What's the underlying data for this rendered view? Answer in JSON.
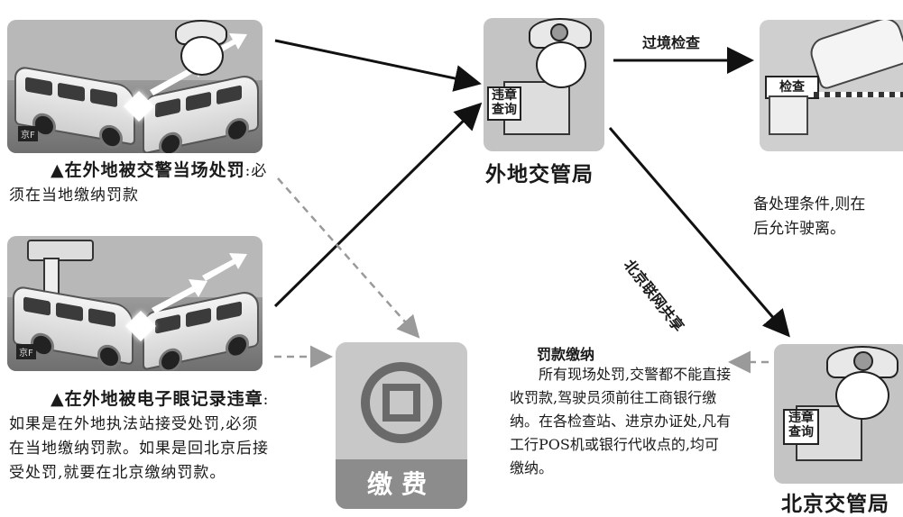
{
  "captions": {
    "onsite_bold": "▲在外地被交警当场处罚",
    "onsite_text": ":必须在当地缴纳罚款",
    "camera_bold": "▲在外地被电子眼记录违章",
    "camera_text": ":如果是在外地执法站接受处罚,必须在当地缴纳罚款。如果是回北京后接受处罚,就要在北京缴纳罚款。"
  },
  "offices": {
    "local": "外地交管局",
    "beijing": "北京交管局"
  },
  "signs": {
    "violation_query": "违章查询",
    "checkpoint": "检查",
    "plate": "京F"
  },
  "edges": {
    "border_check": "过境检查",
    "beijing_network": "北京联网共享"
  },
  "checkpoint_text": {
    "line1": "备处理条件,则在",
    "line2": "后允许驶离。"
  },
  "payment": {
    "title": "罚款缴纳",
    "body": "所有现场处罚,交警都不能直接收罚款,驾驶员须前往工商银行缴纳。在各检查站、进京办证处,凡有工行POS机或银行代收点的,均可缴纳。",
    "badge": "缴费"
  },
  "colors": {
    "arrow": "#111111",
    "dashed_arrow": "#9a9a9a"
  }
}
